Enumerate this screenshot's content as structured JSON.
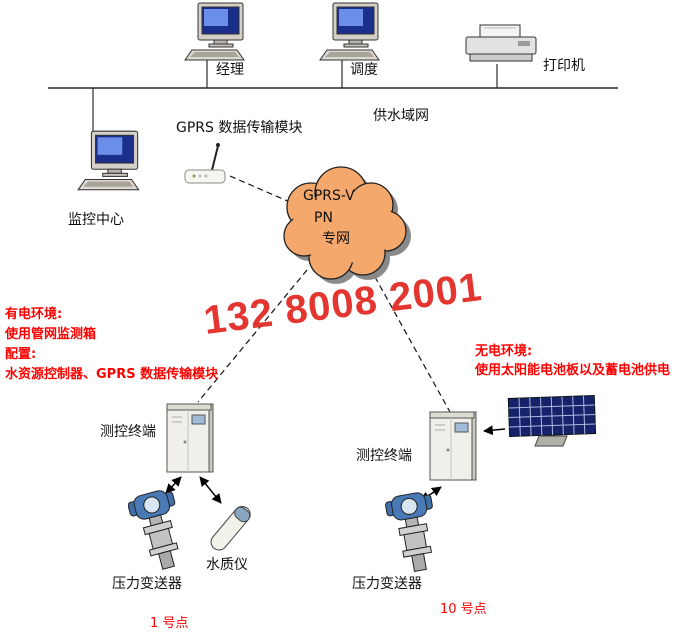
{
  "labels": {
    "manager": "经理",
    "dispatcher": "调度",
    "printer": "打印机",
    "lan": "供水域网",
    "gprs_module": "GPRS 数据传输模块",
    "monitor_center": "监控中心",
    "cloud_line1": "GPRS-V",
    "cloud_line2": "PN",
    "cloud_line3": "专网",
    "terminal_left": "测控终端",
    "terminal_right": "测控终端",
    "pressure_left": "压力变送器",
    "pressure_right": "压力变送器",
    "water_quality": "水质仪",
    "point_1": "1 号点",
    "point_10": "10 号点"
  },
  "notes": {
    "powered_title": "有电环境:",
    "powered_line1": "使用管网监测箱",
    "powered_line2": "配置:",
    "powered_line3": "水资源控制器、GPRS 数据传输模块",
    "unpowered_title": "无电环境:",
    "unpowered_line1": "使用太阳能电池板以及蓄电池供电"
  },
  "stamp": {
    "text": "132 8008 2001"
  },
  "colors": {
    "cloud_fill": "#F4A86C",
    "note_red": "#FF0000",
    "stamp_red": "#E2261F"
  }
}
